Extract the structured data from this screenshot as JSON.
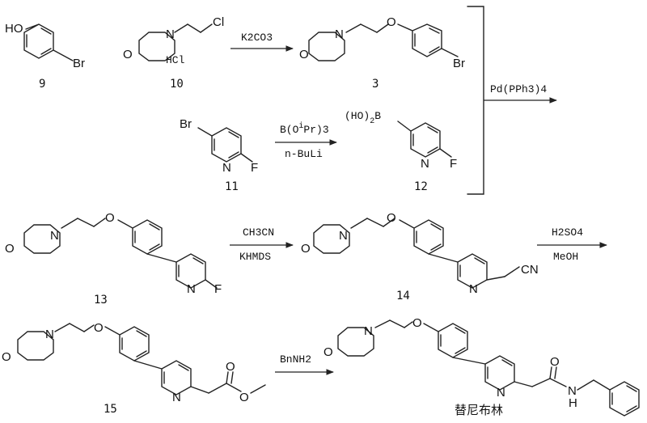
{
  "compounds": {
    "c9": "9",
    "c10": "10",
    "c3": "3",
    "c11": "11",
    "c12": "12",
    "c13": "13",
    "c14": "14",
    "c15": "15"
  },
  "atoms": {
    "ho": "HO",
    "br": "Br",
    "cl": "Cl",
    "hcl": "HCl",
    "n": "N",
    "o": "O",
    "f": "F",
    "cn": "CN",
    "nh": "N\nH",
    "h": "H",
    "ho2b": "(HO)",
    "sub2": "2",
    "b": "B"
  },
  "reagents": {
    "step1": "K2CO3",
    "step2_top": "B(O",
    "step2_sup": "i",
    "step2_rest": "Pr)3",
    "step2_bottom": "n-BuLi",
    "step3": "Pd(PPh3)4",
    "step4_top": "CH3CN",
    "step4_bottom": "KHMDS",
    "step5_top": "H2SO4",
    "step5_bottom": "MeOH",
    "step6": "BnNH2"
  },
  "product_name": "替尼布林"
}
